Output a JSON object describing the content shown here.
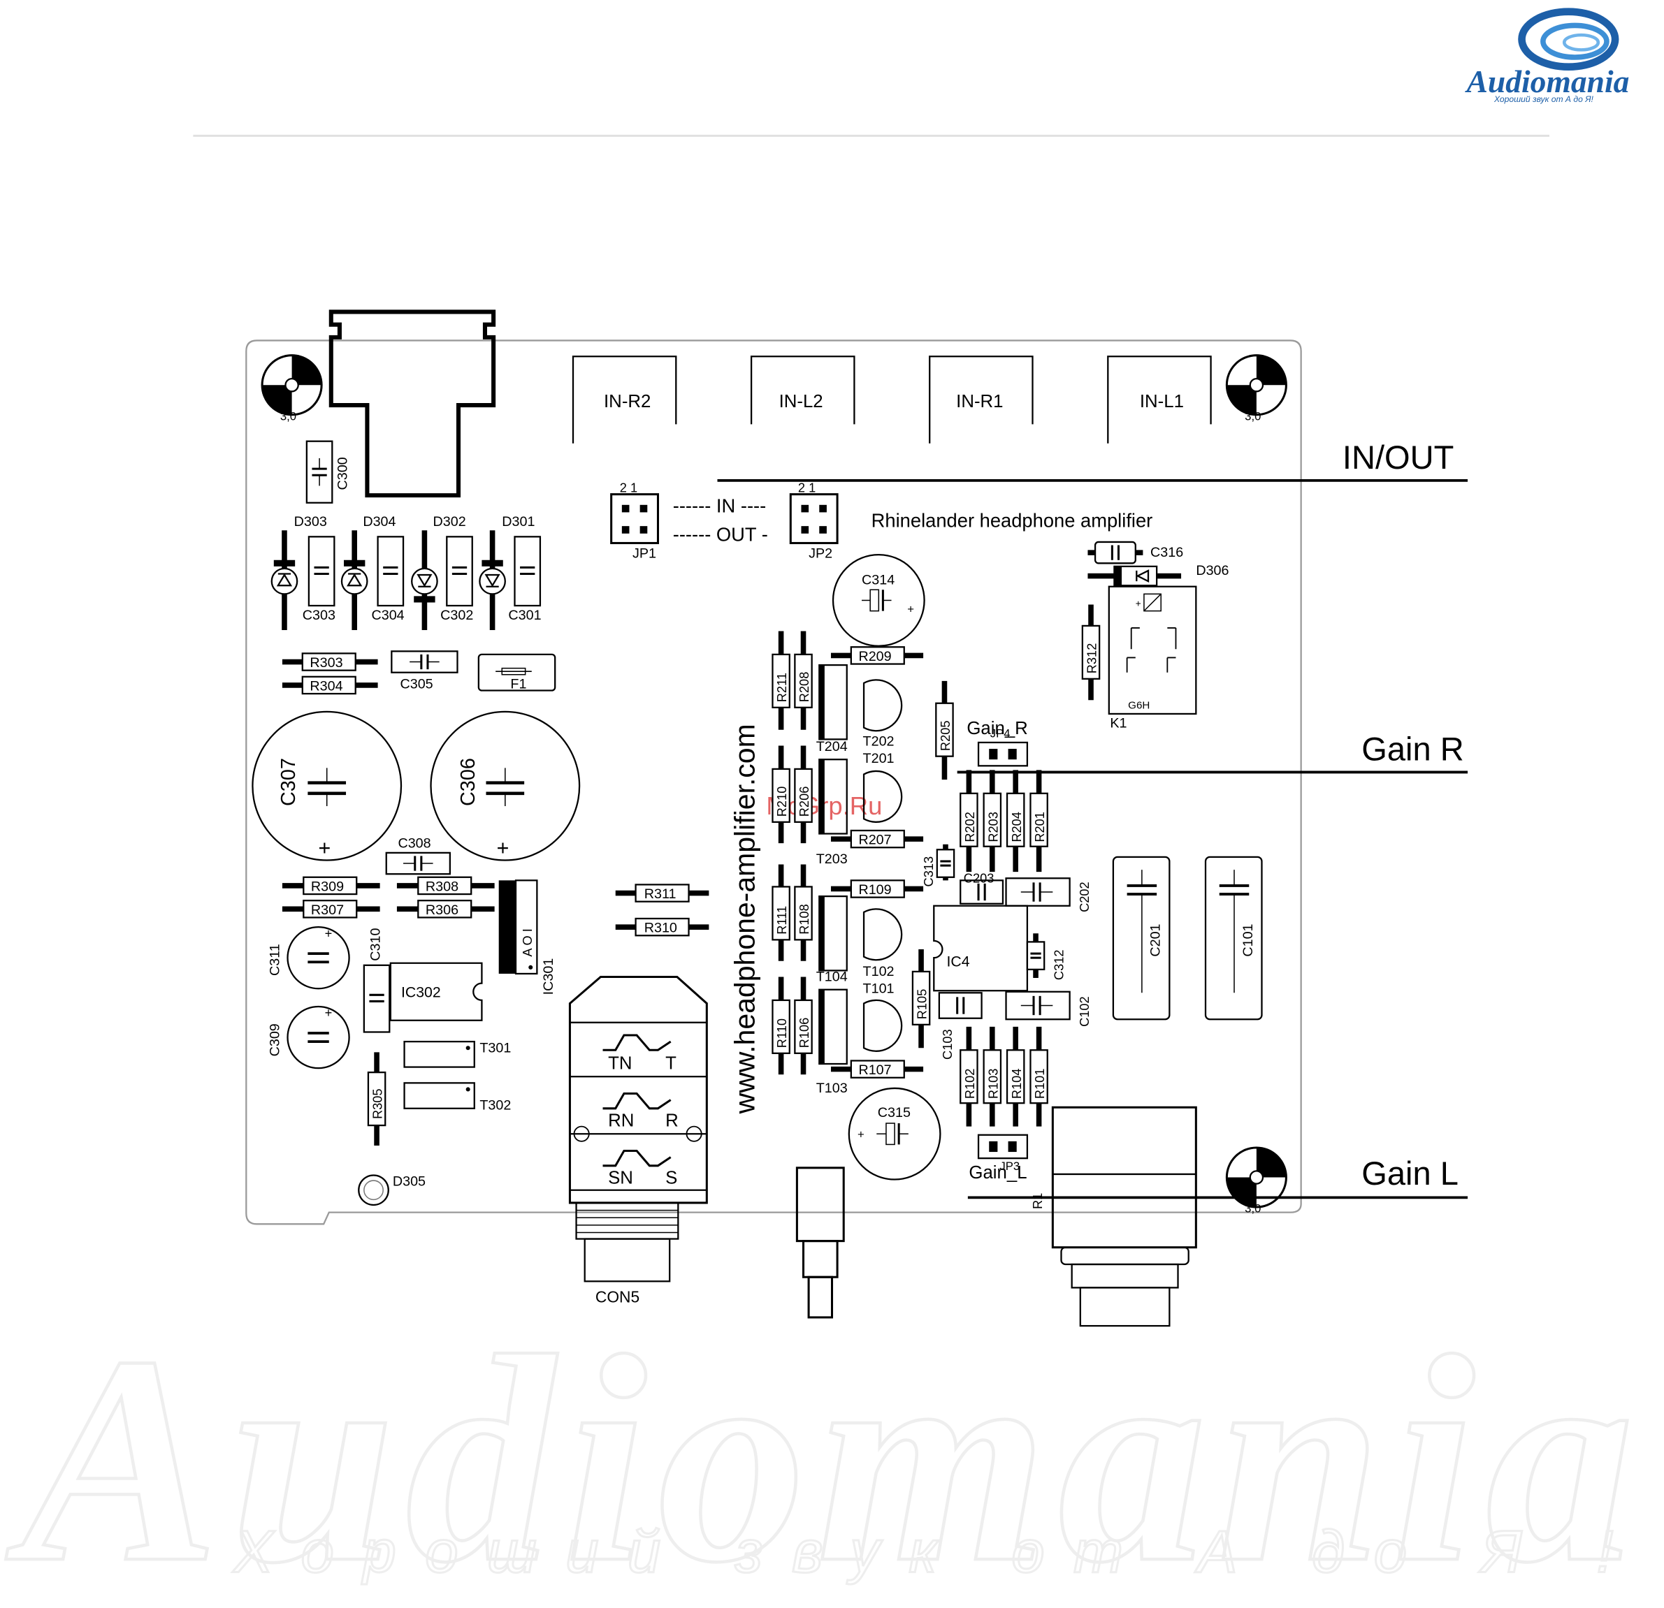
{
  "brand": {
    "logo_name": "Audiomania",
    "logo_tagline": "Хороший звук от А до Я!",
    "watermark_name": "Audiomania",
    "watermark_tagline": "Хороший звук от А до Я !",
    "accent_color": "#1d5fa8"
  },
  "site_watermark": "McGrp.Ru",
  "board": {
    "title": "Rhinelander headphone amplifier",
    "url": "www.headphone-amplifier.com",
    "inputs": [
      "IN-R2",
      "IN-L2",
      "IN-R1",
      "IN-L1"
    ],
    "jumper_in_label": "------ IN ----",
    "jumper_out_label": "------ OUT -",
    "jp_pins_left": "2  1",
    "jp_pins_right": "2  1",
    "mount_hole_label": "3,0"
  },
  "callouts": {
    "in_out": "IN/OUT",
    "gain_r": "Gain R",
    "gain_l": "Gain L"
  },
  "jack_contacts": [
    "TN",
    "T",
    "RN",
    "R",
    "SN",
    "S"
  ],
  "parts": {
    "C300": "C300",
    "D303": "D303",
    "D304": "D304",
    "D302": "D302",
    "D301": "D301",
    "C303": "C303",
    "C304": "C304",
    "C302": "C302",
    "C301": "C301",
    "R303": "R303",
    "R304": "R304",
    "C305": "C305",
    "F1": "F1",
    "C307": "C307",
    "C306": "C306",
    "C308": "C308",
    "R309": "R309",
    "R307": "R307",
    "R308": "R308",
    "R306": "R306",
    "C311": "C311",
    "C310": "C310",
    "C309": "C309",
    "IC302": "IC302",
    "IC301": "IC301",
    "T301": "T301",
    "T302": "T302",
    "R305": "R305",
    "D305": "D305",
    "R311": "R311",
    "R310": "R310",
    "CON5": "CON5",
    "JP1": "JP1",
    "JP2": "JP2",
    "JP4": "JP4",
    "JP3": "JP3",
    "C314": "C314",
    "C315": "C315",
    "R211": "R211",
    "R208": "R208",
    "R209": "R209",
    "T204": "T204",
    "T202": "T202",
    "T201": "T201",
    "R210": "R210",
    "R206": "R206",
    "R207": "R207",
    "T203": "T203",
    "R111": "R111",
    "R108": "R108",
    "R109": "R109",
    "T104": "T104",
    "T102": "T102",
    "T101": "T101",
    "R110": "R110",
    "R106": "R106",
    "R107": "R107",
    "T103": "T103",
    "R205": "R205",
    "R105": "R105",
    "R202": "R202",
    "R203": "R203",
    "R204": "R204",
    "R201": "R201",
    "R102": "R102",
    "R103": "R103",
    "R104": "R104",
    "R101": "R101",
    "C313": "C313",
    "C203": "C203",
    "C202": "C202",
    "IC4": "IC4",
    "C312": "C312",
    "C103": "C103",
    "C102": "C102",
    "C201": "C201",
    "C101": "C101",
    "C316": "C316",
    "D306": "D306",
    "R312": "R312",
    "K1": "K1",
    "G6H": "G6H",
    "Gain_R": "Gain_R",
    "Gain_L": "Gain_L",
    "R1": "R1",
    "IC301_pins": "A  O  I"
  }
}
